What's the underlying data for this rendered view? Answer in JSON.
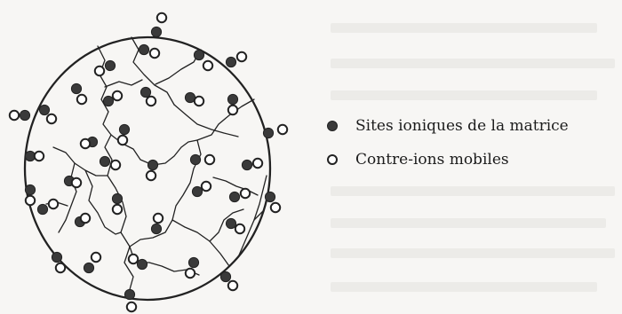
{
  "legend": {
    "items": [
      {
        "marker": "filled-dot",
        "label": "Sites ioniques de la matrice"
      },
      {
        "marker": "hollow-dot",
        "label": "Contre-ions mobiles"
      }
    ]
  },
  "colors": {
    "ink": "#222222",
    "fixed_site": "#3a3a3a",
    "mobile_ion": "#ffffff",
    "paper": "#f7f6f4"
  }
}
